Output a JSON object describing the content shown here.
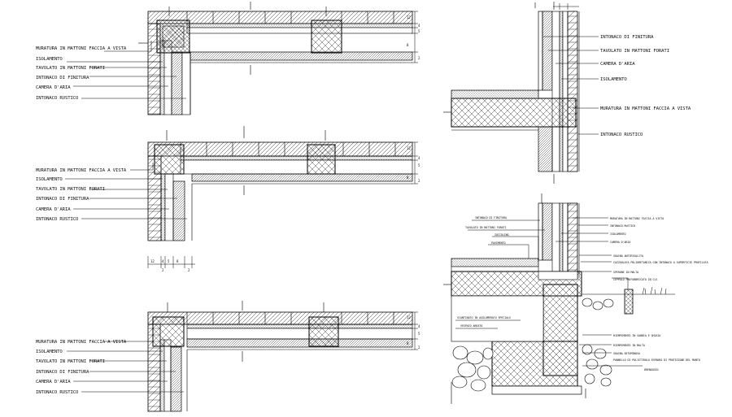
{
  "drawing": {
    "detail_a": {
      "labels": [
        "MURATURA IN MATTONI FACCIA A VISTA",
        "ISOLAMENTO",
        "TAVOLATO IN MATTONI FORATI",
        "INTONACO DI FINITURA",
        "CAMERA D'ARIA",
        "INTONACO RUSTICO"
      ],
      "dims": [
        "12",
        "4",
        "5",
        "8",
        "2"
      ]
    },
    "detail_b": {
      "labels": [
        "MURATURA IN MATTONI FACCIA A VISTA",
        "ISOLAMENTO",
        "TAVOLATO IN MATTONI FORATI",
        "INTONACO DI FINITURA",
        "CAMERA D'ARIA",
        "INTONACO RUSTICO"
      ],
      "dims": [
        "12",
        "4",
        "5",
        "8",
        "2"
      ],
      "bottom_dims": [
        "12",
        "4",
        "5",
        "8",
        "2",
        "2"
      ]
    },
    "detail_c": {
      "labels": [
        "MURATURA IN MATTONI FACCIA A VISTA",
        "ISOLAMENTO",
        "TAVOLATO IN MATTONI FORATI",
        "INTONACO DI FINITURA",
        "CAMERA D'ARIA",
        "INTONACO RUSTICO"
      ],
      "dims": [
        "12",
        "4",
        "5",
        "8",
        "2"
      ]
    },
    "section_top": {
      "labels": [
        "INTONACO DI FINITURA",
        "TAVOLATO IN MATTONI FORATI",
        "CAMERA D'ARIA",
        "ISOLAMENTO",
        "MURATURA IN MATTONI FACCIA A VISTA",
        "INTONACO RUSTICO"
      ]
    },
    "section_bottom": {
      "left_labels": [
        "INTONACO DI FINITURA",
        "TAVOLATO IN MATTONI FORATI",
        "ZOCCOLINO",
        "PAVIMENTO",
        "SCANTINATO IN AGGLOMERATO SPECIALE",
        "VESPAIO AREATO"
      ],
      "right_labels": [
        "MURATURA IN MATTONI FACCIA A VISTA",
        "INTONACO RUSTICO",
        "ISOLAMENTO",
        "CAMERA D'ARIA",
        "GUAINA ANTIRISALITA",
        "CAZZUOLATA POLIURETANICA CON INTONACO A SUPERFICIE PROFILATA",
        "SPERONE IN MALTA",
        "CEPPOLO PREFABBRICATO IN CLS",
        "RIEMPIMENTO IN SABBIA E GHIAIA",
        "RIEMPIMENTO IN MALTA",
        "GUAINA BITUMINOSA",
        "PANNELLO DI POLISTIROLO ESPANSO DI PROTEZIONE DEL MANTO",
        "DRENAGGIO"
      ]
    }
  }
}
